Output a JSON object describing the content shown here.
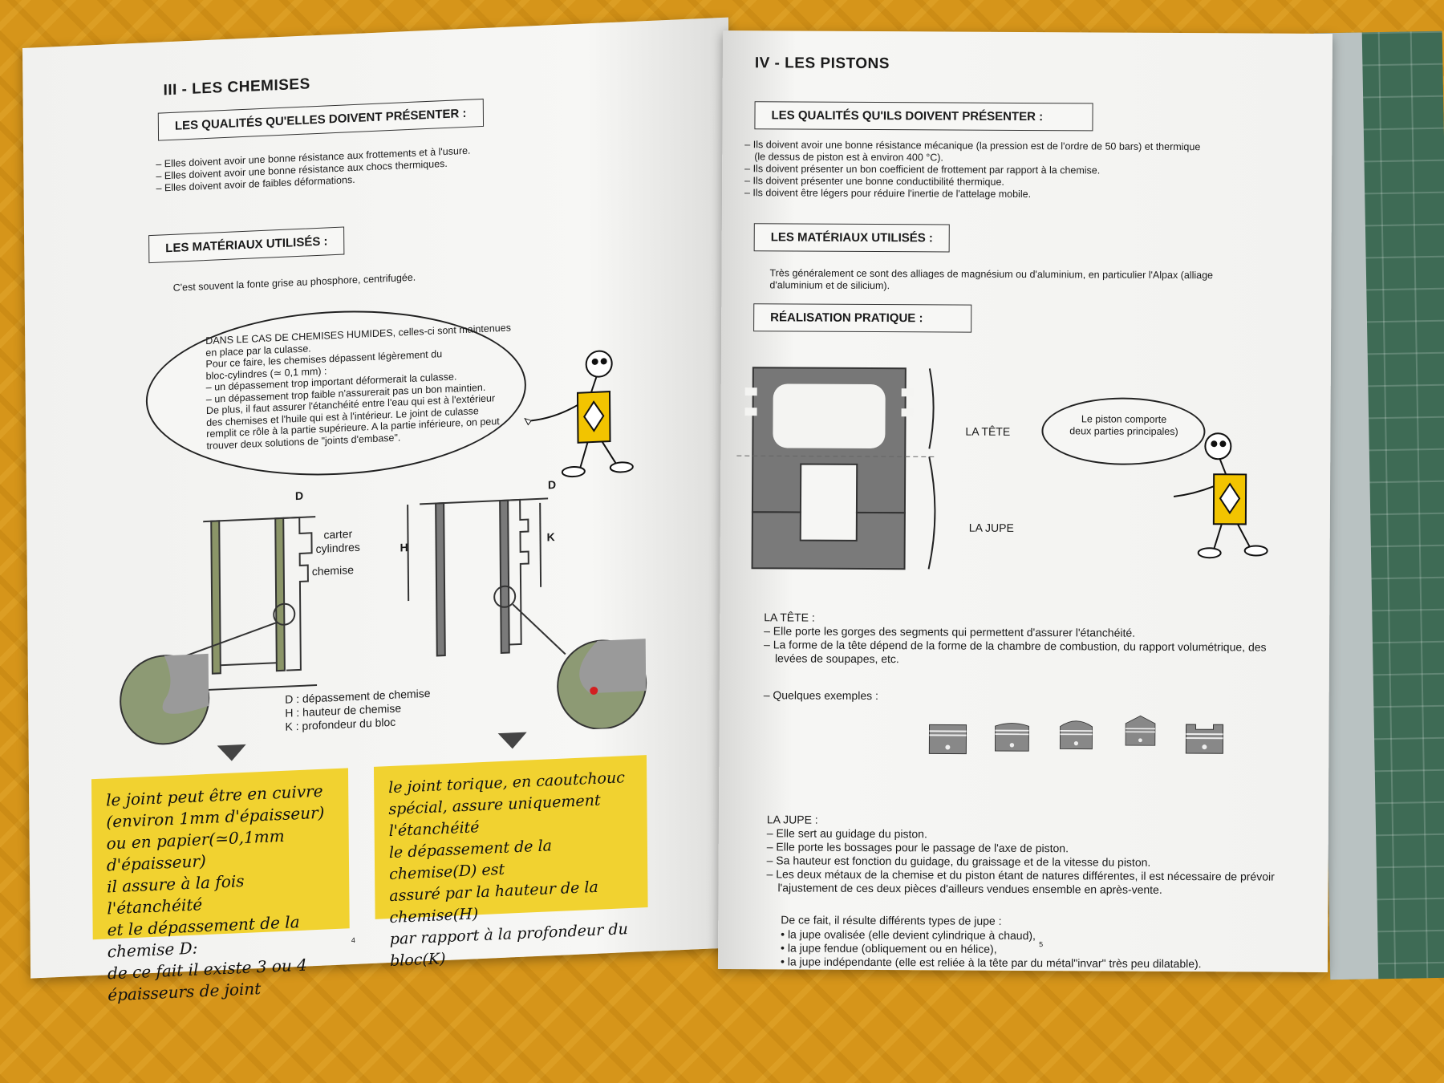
{
  "left_page": {
    "title": "III - LES CHEMISES",
    "qualities_box": "LES QUALITÉS QU'ELLES DOIVENT PRÉSENTER :",
    "qualities": [
      "– Elles doivent avoir une bonne résistance aux frottements et à l'usure.",
      "– Elles doivent avoir une bonne résistance aux chocs thermiques.",
      "– Elles doivent avoir de faibles déformations."
    ],
    "materials_box": "LES MATÉRIAUX UTILISÉS :",
    "materials_text": "C'est souvent la fonte grise au phosphore, centrifugée.",
    "bubble_lines": [
      "DANS LE CAS DE CHEMISES HUMIDES, celles-ci sont maintenues",
      "en place par la culasse.",
      "Pour ce faire, les chemises dépassent légèrement du",
      "bloc-cylindres (≃ 0,1 mm) :",
      "– un dépassement trop important déformerait la culasse.",
      "– un dépassement trop faible n'assurerait pas un bon maintien.",
      "De plus, il faut assurer l'étanchéité entre l'eau qui est à l'extérieur",
      "des chemises et l'huile qui est à l'intérieur. Le joint de culasse",
      "remplit ce rôle à la partie supérieure. A la partie inférieure, on peut",
      "trouver deux solutions de \"joints d'embase\"."
    ],
    "diagram_labels": {
      "d1": "D",
      "d2": "D",
      "h": "H",
      "k": "K",
      "carter": "carter",
      "cylindres": "cylindres",
      "chemise": "chemise"
    },
    "legend": [
      {
        "key": "D :",
        "text": "dépassement de chemise"
      },
      {
        "key": "H :",
        "text": "hauteur de chemise"
      },
      {
        "key": "K :",
        "text": "profondeur du bloc"
      }
    ],
    "note_left": [
      "le joint peut être en cuivre",
      "(environ 1mm d'épaisseur)",
      "ou en papier(≃0,1mm d'épaisseur)",
      "il assure à la fois l'étanchéité",
      "et le dépassement de la chemise D:",
      "de ce fait il existe 3 ou 4",
      "épaisseurs de joint"
    ],
    "note_right": [
      "le joint torique, en caoutchouc",
      "spécial, assure uniquement l'étanchéité",
      "le dépassement de la chemise(D) est",
      "assuré par la hauteur de la chemise(H)",
      "par rapport à la profondeur du bloc(K)"
    ],
    "page_number": "4"
  },
  "right_page": {
    "title": "IV - LES PISTONS",
    "qualities_box": "LES QUALITÉS QU'ILS DOIVENT PRÉSENTER :",
    "qualities": [
      "– Ils doivent avoir une bonne résistance mécanique (la pression est de l'ordre de 50 bars) et thermique",
      "(le dessus de piston est à environ 400 °C).",
      "– Ils doivent présenter un bon coefficient de frottement par rapport à la chemise.",
      "– Ils doivent présenter une bonne conductibilité thermique.",
      "– Ils doivent être légers pour réduire l'inertie de l'attelage mobile."
    ],
    "materials_box": "LES MATÉRIAUX UTILISÉS :",
    "materials_text": [
      "Très généralement ce sont des alliages de magnésium ou d'aluminium, en particulier l'Alpax (alliage",
      "d'aluminium et de silicium)."
    ],
    "realisation_box": "RÉALISATION PRATIQUE :",
    "piston_labels": {
      "tete": "LA TÊTE",
      "jupe": "LA JUPE"
    },
    "bubble_lines": [
      "Le piston comporte",
      "deux parties principales)"
    ],
    "tete_title": "LA TÊTE :",
    "tete_lines": [
      "– Elle porte les gorges des segments qui permettent d'assurer l'étanchéité.",
      "– La forme de la tête dépend de la forme de la chambre de combustion, du rapport volumétrique, des",
      "levées de soupapes, etc."
    ],
    "examples_label": "– Quelques exemples :",
    "jupe_title": "LA JUPE :",
    "jupe_lines": [
      "– Elle sert au guidage du piston.",
      "– Elle porte les bossages pour le passage de l'axe de piston.",
      "– Sa hauteur est fonction du guidage, du graissage et de la vitesse du piston.",
      "– Les deux métaux de la chemise et du piston étant de natures différentes, il est nécessaire de prévoir",
      "l'ajustement de ces deux pièces d'ailleurs vendues ensemble en après-vente."
    ],
    "jupe_types_intro": "De ce fait, il résulte différents types de jupe :",
    "jupe_types": [
      "la jupe ovalisée (elle devient cylindrique à chaud),",
      "la jupe fendue (obliquement ou en hélice),",
      "la jupe indépendante (elle est reliée à la tête par du métal\"invar\" très peu dilatable)."
    ],
    "page_number": "5"
  },
  "colors": {
    "note_yellow": "#f1d230",
    "mascot_yellow": "#f2c400",
    "diagram_green": "#7f8c63",
    "diagram_grey": "#7a7a7a"
  }
}
